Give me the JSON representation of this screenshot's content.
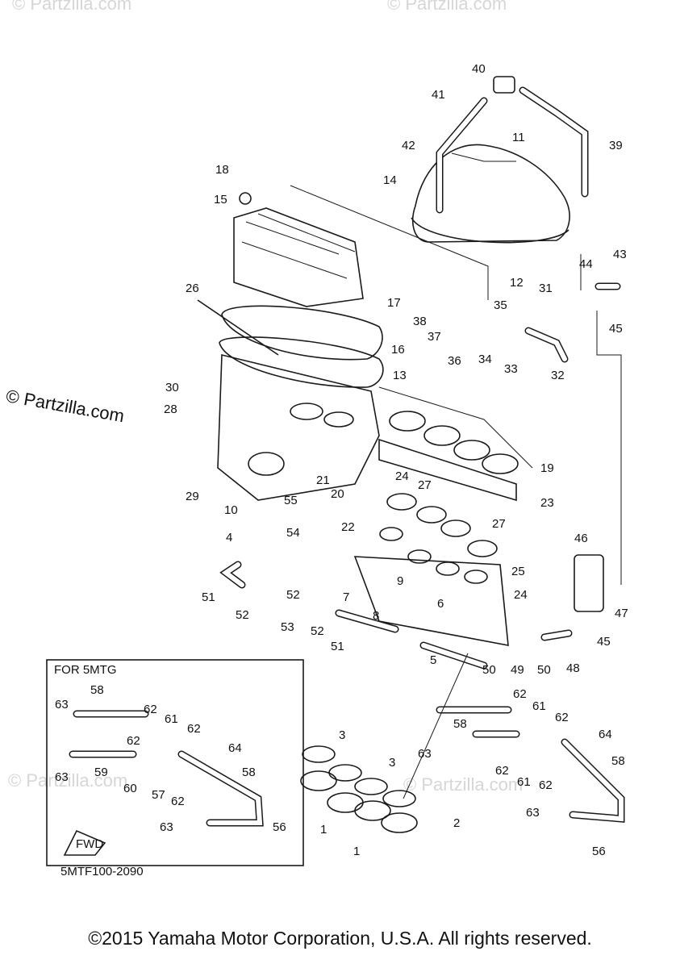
{
  "watermark_text": "© Partzilla.com",
  "side_watermark": "© Partzilla.com",
  "inset_title": "FOR 5MTG",
  "diagram_code": "5MTF100-2090",
  "fwd_label": "FWD",
  "copyright": "©2015 Yamaha Motor Corporation, U.S.A. All rights reserved.",
  "labels": [
    "40",
    "41",
    "11",
    "39",
    "42",
    "14",
    "18",
    "15",
    "12",
    "43",
    "44",
    "31",
    "45",
    "38",
    "35",
    "37",
    "36",
    "34",
    "33",
    "32",
    "17",
    "26",
    "16",
    "30",
    "13",
    "28",
    "19",
    "21",
    "24",
    "20",
    "29",
    "10",
    "55",
    "22",
    "23",
    "27",
    "27",
    "54",
    "4",
    "46",
    "25",
    "9",
    "7",
    "51",
    "52",
    "52",
    "53",
    "52",
    "8",
    "6",
    "24",
    "45",
    "47",
    "51",
    "5",
    "50",
    "49",
    "50",
    "48",
    "58",
    "62",
    "61",
    "62",
    "63",
    "62",
    "64",
    "59",
    "60",
    "57",
    "62",
    "58",
    "3",
    "63",
    "56",
    "63",
    "2",
    "1",
    "3",
    "1",
    "62",
    "61",
    "62",
    "58",
    "64",
    "63",
    "62",
    "61",
    "62",
    "58",
    "63",
    "56"
  ]
}
